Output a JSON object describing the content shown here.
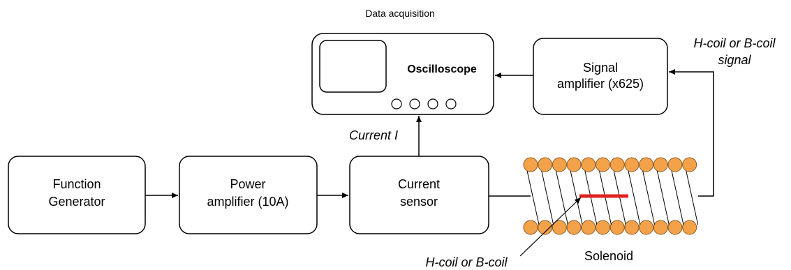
{
  "header": {
    "caption": "Data acquisition"
  },
  "blocks": {
    "function_generator": [
      "Function",
      "Generator"
    ],
    "power_amplifier": [
      "Power",
      "amplifier (10A)"
    ],
    "current_sensor": [
      "Current",
      "sensor"
    ],
    "signal_amplifier": [
      "Signal",
      "amplifier (x625)"
    ],
    "oscilloscope": "Oscilloscope"
  },
  "labels": {
    "current": "Current I",
    "coil_signal": [
      "H-coil or B-coil",
      "signal"
    ],
    "coil_pointer": "H-coil or B-coil",
    "solenoid": "Solenoid"
  },
  "colors": {
    "line": "#000000",
    "coil_fill": "#f4a24a",
    "coil_stroke": "#8a5a22",
    "sensor_coil": "#e02020"
  }
}
